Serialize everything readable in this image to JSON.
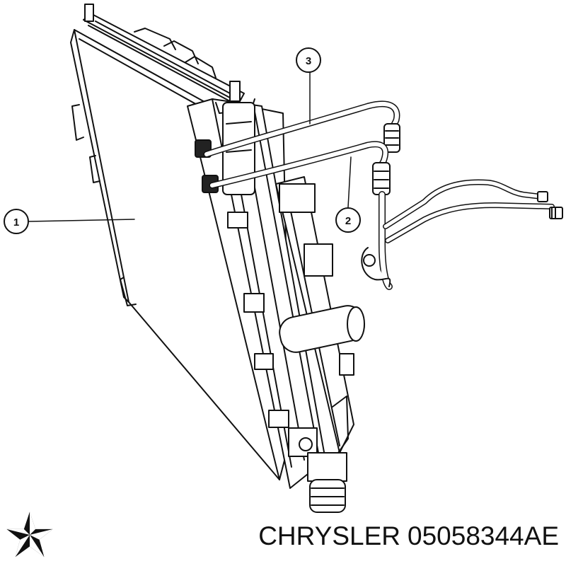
{
  "callouts": [
    {
      "label": "1"
    },
    {
      "label": "2"
    },
    {
      "label": "3"
    }
  ],
  "footer": {
    "brand": "CHRYSLER",
    "part_number": "05058344AE"
  },
  "logo": {
    "icon": "chrysler-pentastar-icon"
  }
}
